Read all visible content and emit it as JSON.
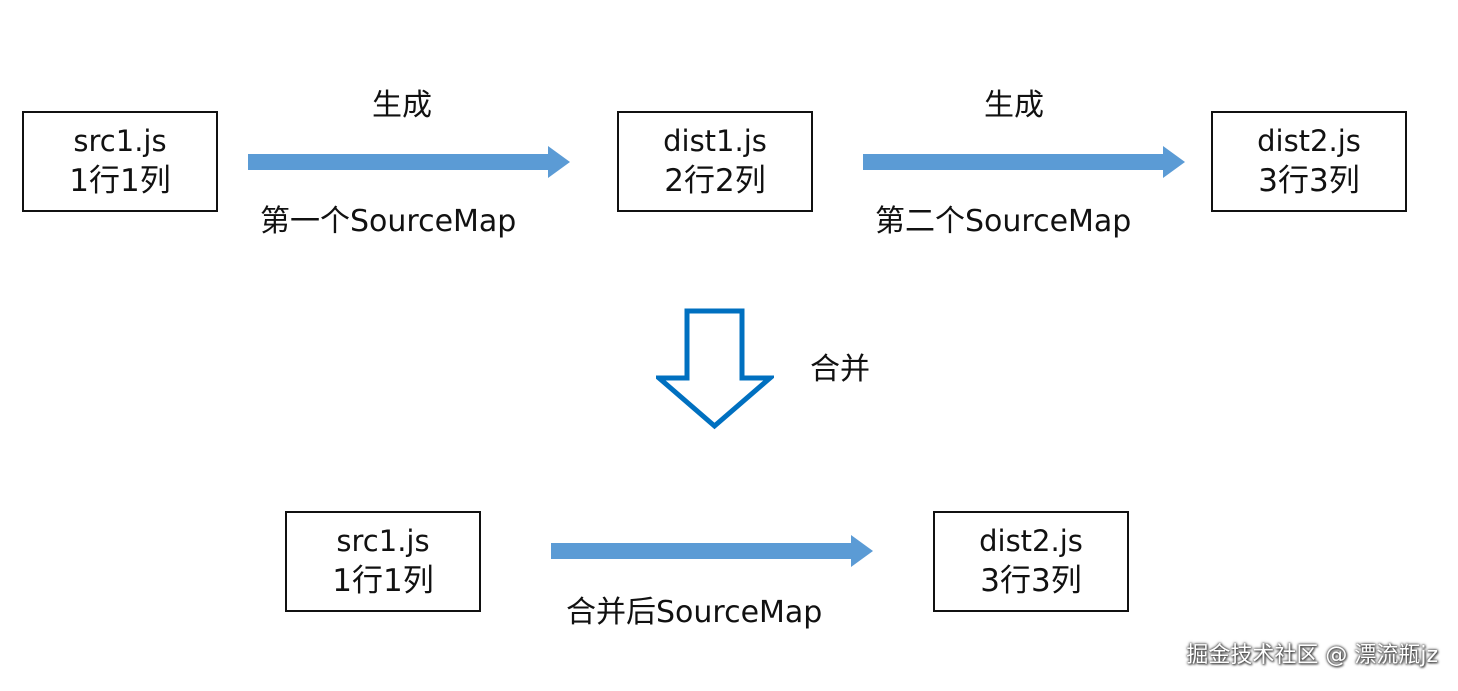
{
  "top_row": {
    "box1": {
      "file": "src1.js",
      "pos": "1行1列"
    },
    "arrow1": {
      "above": "生成",
      "below": "第一个SourceMap"
    },
    "box2": {
      "file": "dist1.js",
      "pos": "2行2列"
    },
    "arrow2": {
      "above": "生成",
      "below": "第二个SourceMap"
    },
    "box3": {
      "file": "dist2.js",
      "pos": "3行3列"
    }
  },
  "merge": {
    "label": "合并"
  },
  "bottom_row": {
    "box1": {
      "file": "src1.js",
      "pos": "1行1列"
    },
    "arrow": {
      "below": "合并后SourceMap"
    },
    "box2": {
      "file": "dist2.js",
      "pos": "3行3列"
    }
  },
  "colors": {
    "arrow": "#5B9BD5",
    "merge_arrow_outline": "#0070C0",
    "box_border": "#111111"
  },
  "watermark": "掘金技术社区 @ 漂流瓶jz"
}
